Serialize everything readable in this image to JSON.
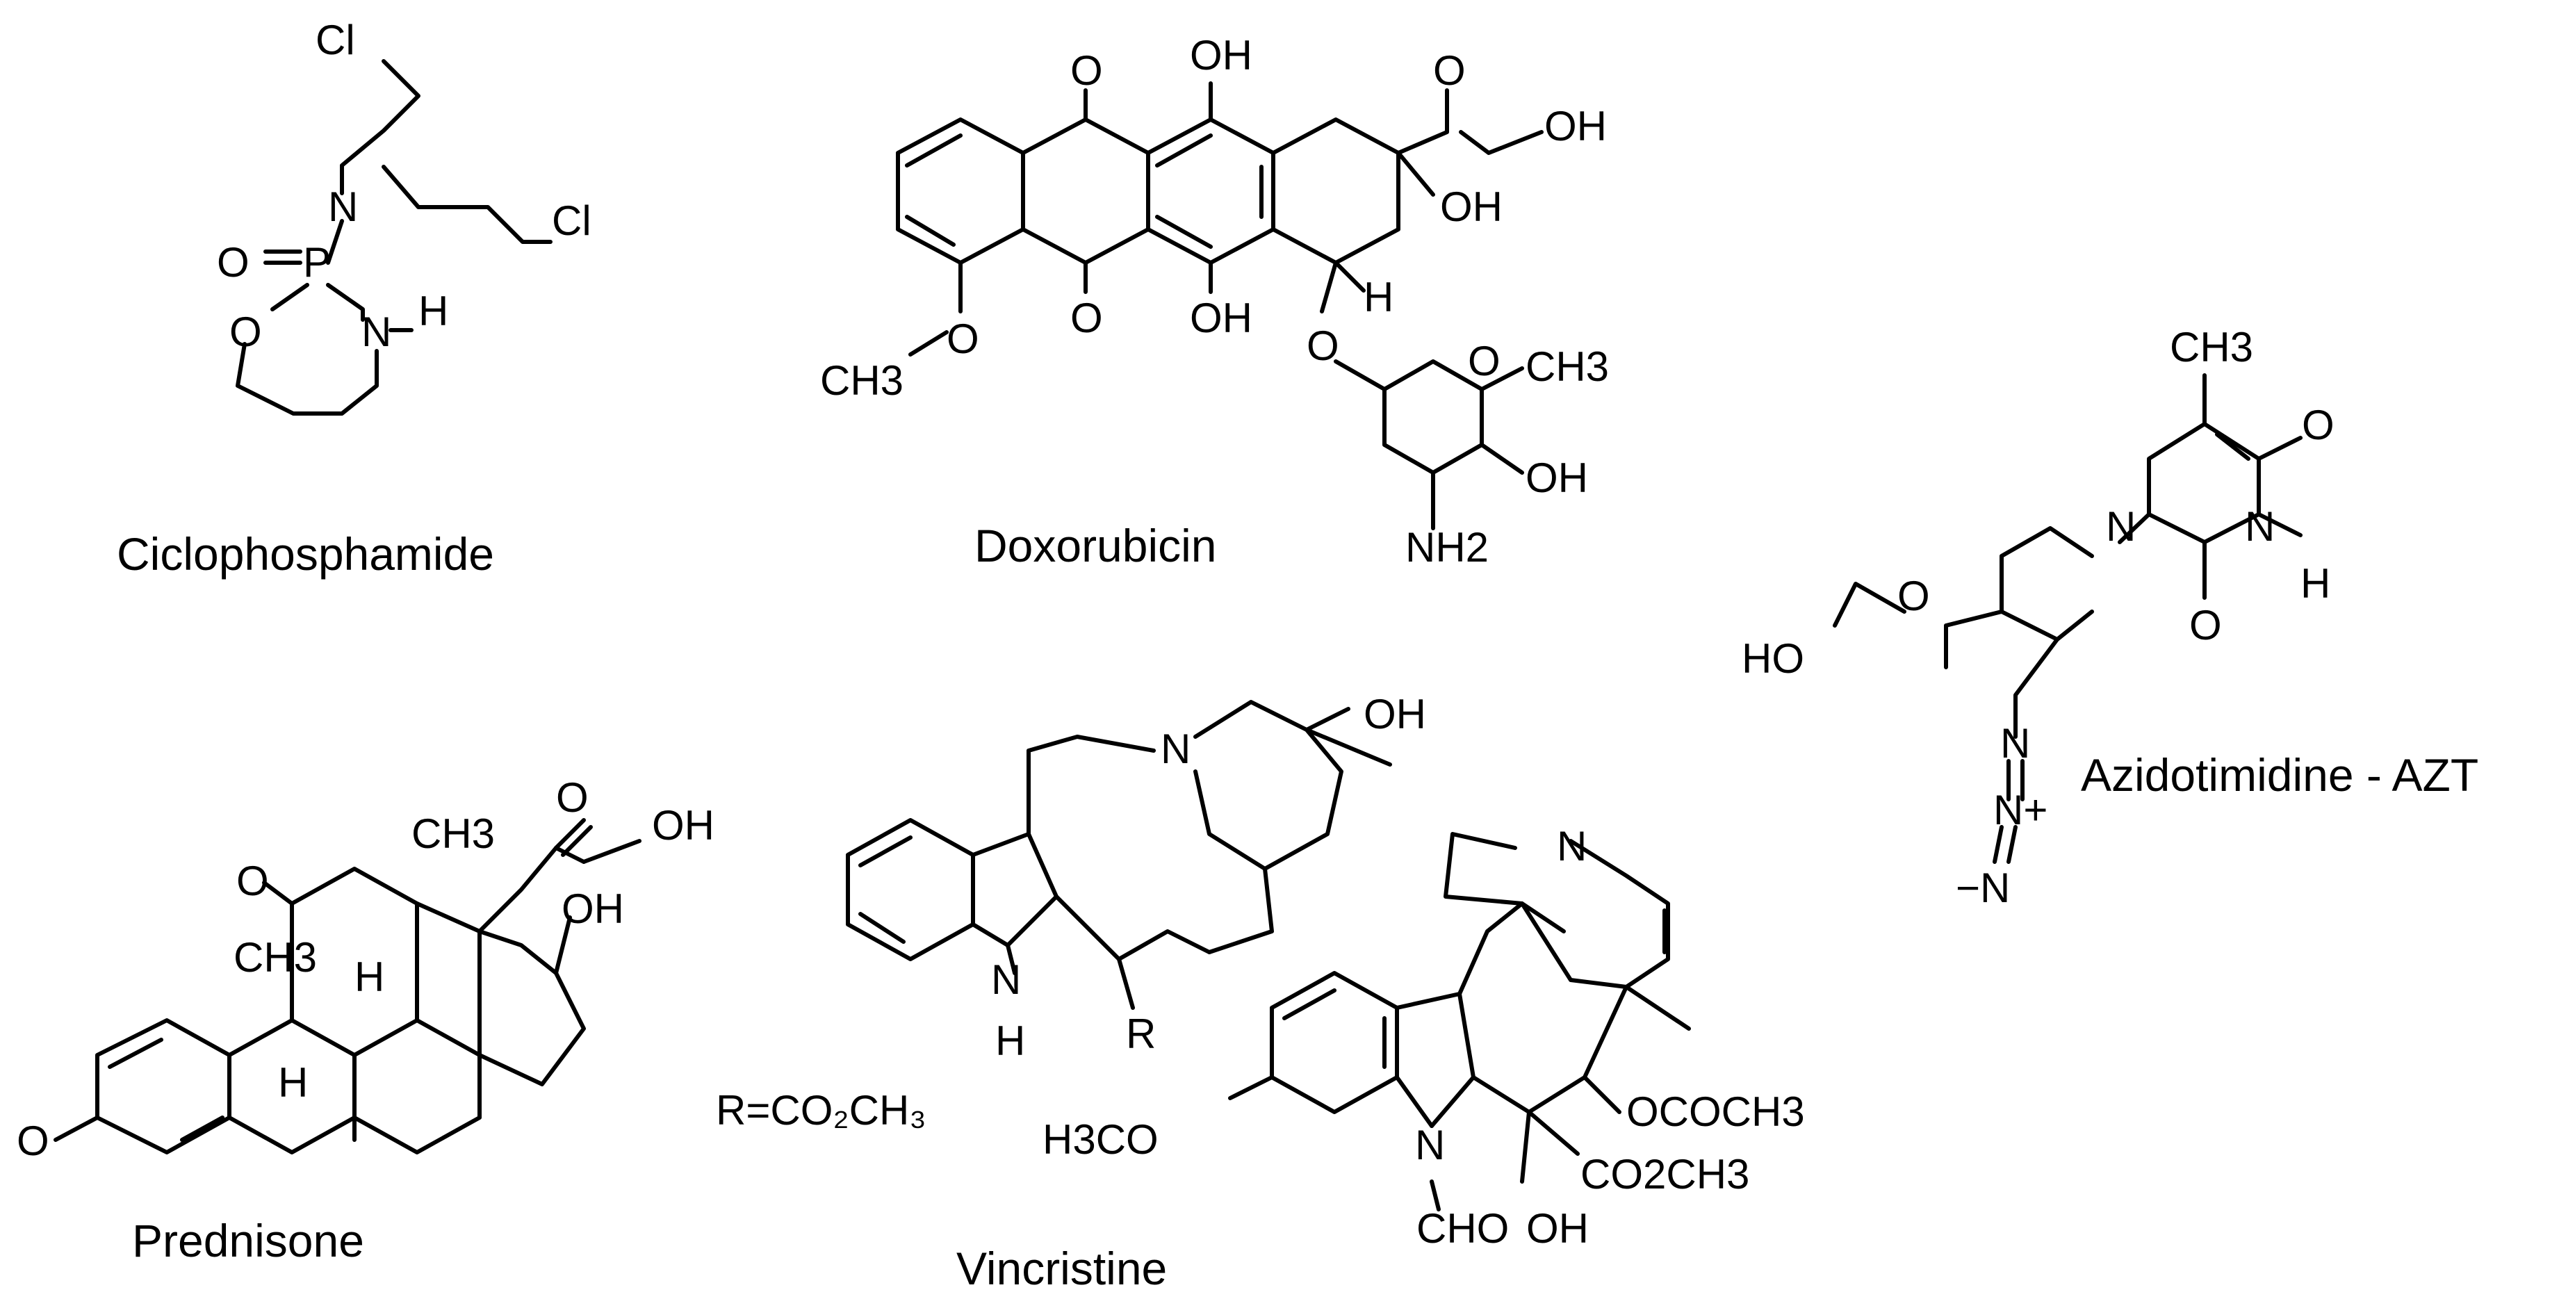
{
  "figure": {
    "captions": {
      "ciclophosphamide": "Ciclophosphamide",
      "doxorubicin": "Doxorubicin",
      "azt": "Azidotimidine - AZT",
      "prednisone": "Prednisone",
      "vincristine": "Vincristine"
    },
    "legend_r": "R=CO₂CH₃",
    "atoms": {
      "cyclo": {
        "cl1": "Cl",
        "cl2": "Cl",
        "n": "N",
        "p": "P",
        "o_dbl": "O",
        "o_ring": "O",
        "nh_n": "N",
        "nh_h": "H"
      },
      "doxo": {
        "o_top": "O",
        "oh_top": "OH",
        "o_ket": "O",
        "oh_end": "OH",
        "oh_ring": "OH",
        "o_bot": "O",
        "oh_bot": "OH",
        "h": "H",
        "o_meo": "O",
        "ch3_meo": "CH3",
        "o_glyc": "O",
        "o_sugar": "O",
        "ch3_sugar": "CH3",
        "oh_sugar": "OH",
        "nh2": "NH2"
      },
      "azt": {
        "ch3": "CH3",
        "o_c4": "O",
        "n3": "N",
        "h3": "H",
        "o_c2": "O",
        "n1": "N",
        "o_ring": "O",
        "ho": "HO",
        "n_up": "N",
        "n_mid": "N+",
        "n_low": "−N"
      },
      "pred": {
        "o_c11": "O",
        "ch3_13": "CH3",
        "o_20": "O",
        "oh_21": "OH",
        "oh_17": "OH",
        "ch3_10": "CH3",
        "h_9": "H",
        "h_8": "H",
        "o_3": "O"
      },
      "vinc": {
        "oh": "OH",
        "n_top": "N",
        "nh_n": "N",
        "nh_h": "H",
        "r": "R",
        "n_right": "N",
        "ococh3": "OCOCH3",
        "h3co": "H3CO",
        "n_ind": "N",
        "cho": "CHO",
        "oh_bot": "OH",
        "co2ch3": "CO2CH3"
      }
    }
  }
}
